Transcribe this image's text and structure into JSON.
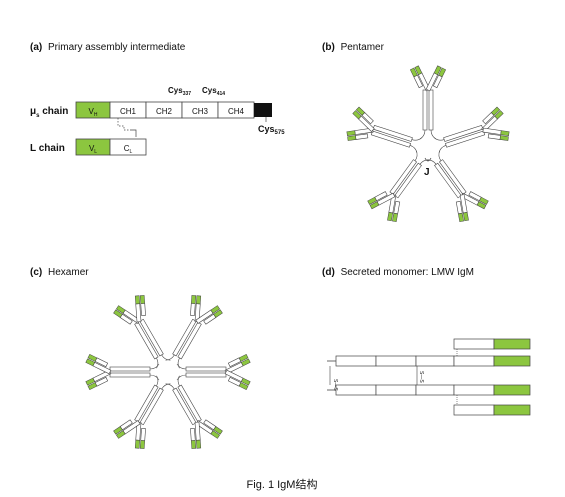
{
  "figure": {
    "caption": "Fig. 1 IgM结构",
    "colors": {
      "variable": "#8cc63f",
      "outline": "#444444",
      "tail": "#111111",
      "caption": "#666666"
    }
  },
  "panels": {
    "a": {
      "tag": "(a)",
      "title": "Primary assembly intermediate",
      "heavy_label_main": "μ",
      "heavy_label_sub": "s",
      "heavy_label_rest": " chain",
      "light_label": "L chain",
      "heavy_domains": [
        {
          "main": "V",
          "sub": "H"
        },
        {
          "main": "CH1",
          "sub": ""
        },
        {
          "main": "CH2",
          "sub": ""
        },
        {
          "main": "CH3",
          "sub": ""
        },
        {
          "main": "CH4",
          "sub": ""
        }
      ],
      "light_domains": [
        {
          "main": "V",
          "sub": "L"
        },
        {
          "main": "C",
          "sub": "L"
        }
      ],
      "cys_labels": [
        {
          "main": "Cys",
          "sub": "337"
        },
        {
          "main": "Cys",
          "sub": "414"
        },
        {
          "main": "Cys",
          "sub": "575"
        }
      ]
    },
    "b": {
      "tag": "(b)",
      "title": "Pentamer",
      "j_label": "J"
    },
    "c": {
      "tag": "(c)",
      "title": "Hexamer"
    },
    "d": {
      "tag": "(d)",
      "title": "Secreted monomer:  LMW IgM",
      "bond_label": "S—S"
    }
  }
}
